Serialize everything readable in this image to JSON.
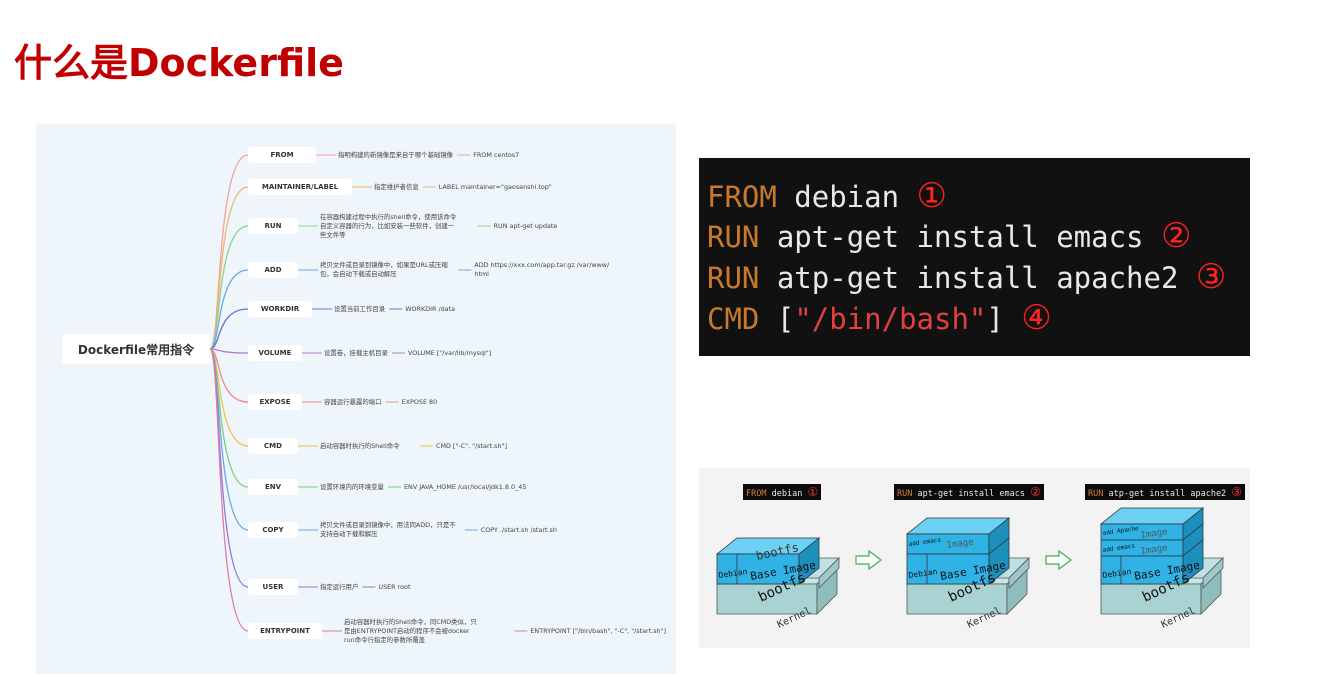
{
  "title": "什么是Dockerfile",
  "mindmap": {
    "root": "Dockerfile常用指令",
    "items": [
      {
        "name": "FROM",
        "desc": [
          "指明构建的新镜像是来自于哪个基础镜像"
        ],
        "example": [
          "FROM centos7"
        ],
        "color": "#f4a29a"
      },
      {
        "name": "MAINTAINER/LABEL",
        "desc": [
          "指定维护者信息"
        ],
        "example": [
          "LABEL maintainer=\"gaosanshi.top\""
        ],
        "color": "#f6b26b"
      },
      {
        "name": "RUN",
        "desc": [
          "在容器构建过程中执行的shell命令，使用该命令",
          "自定义容器的行为，比如安装一些软件，创建一",
          "些文件等"
        ],
        "example": [
          "RUN apt-get update"
        ],
        "color": "#8fd18a"
      },
      {
        "name": "ADD",
        "desc": [
          "拷贝文件或目录到镜像中，如果是URL或压缩",
          "包，会自动下载或自动解压"
        ],
        "example": [
          "ADD https://xxx.com/app.tar.gz /var/www/",
          "html"
        ],
        "color": "#6aa7e8"
      },
      {
        "name": "WORKDIR",
        "desc": [
          "设置当前工作目录"
        ],
        "example": [
          "WORKDIR /data"
        ],
        "color": "#6f6fd8"
      },
      {
        "name": "VOLUME",
        "desc": [
          "设置卷，挂载主机目录"
        ],
        "example": [
          "VOLUME [\"/var/lib/mysql\"]"
        ],
        "color": "#b57ad6"
      },
      {
        "name": "EXPOSE",
        "desc": [
          "容器运行暴露的端口"
        ],
        "example": [
          "EXPOSE 80"
        ],
        "color": "#f08a8a"
      },
      {
        "name": "CMD",
        "desc": [
          "启动容器时执行的Shell命令"
        ],
        "example": [
          "CMD [\"-C\", \"/start.sh\"]"
        ],
        "color": "#f3c04a"
      },
      {
        "name": "ENV",
        "desc": [
          "设置环境内的环境变量"
        ],
        "example": [
          "ENV JAVA_HOME /usr/local/jdk1.8.0_45"
        ],
        "color": "#7ccf7c"
      },
      {
        "name": "COPY",
        "desc": [
          "拷贝文件或目录到镜像中，用法同ADD，只是不",
          "支持自动下载和解压"
        ],
        "example": [
          "COPY ./start.sh /start.sh"
        ],
        "color": "#6aa7e8"
      },
      {
        "name": "USER",
        "desc": [
          "指定运行用户"
        ],
        "example": [
          "USER root"
        ],
        "color": "#8f7ad8"
      },
      {
        "name": "ENTRYPOINT",
        "desc": [
          "启动容器时执行的Shell命令，同CMD类似，只",
          "是由ENTRYPOINT启动的程序不会被docker",
          "run命令行指定的参数所覆盖"
        ],
        "example": [
          "ENTRYPOINT [\"/bin/bash\", \"-C\", \"/start.sh\"]"
        ],
        "color": "#e27aa8"
      }
    ]
  },
  "code": {
    "lines": [
      {
        "kw": "FROM",
        "rest": " debian ",
        "str": "",
        "tail": "",
        "num": "①"
      },
      {
        "kw": "RUN",
        "rest": " apt-get install emacs ",
        "str": "",
        "tail": "",
        "num": "②"
      },
      {
        "kw": "RUN",
        "rest": " atp-get install apache2 ",
        "str": "",
        "tail": "",
        "num": "③"
      },
      {
        "kw": "CMD",
        "rest": " [",
        "str": "\"/bin/bash\"",
        "tail": "]  ",
        "num": "④"
      }
    ]
  },
  "layers": {
    "tags": [
      {
        "kw": "FROM",
        "rest": " debian ",
        "num": "①"
      },
      {
        "kw": "RUN",
        "rest": " apt-get install emacs ",
        "num": "②"
      },
      {
        "kw": "RUN",
        "rest": " atp-get install apache2 ",
        "num": "③"
      }
    ],
    "labels": {
      "kernel": "Kernel",
      "bootfs": "bootfs",
      "debian": "Debian",
      "base_image": "Base Image",
      "image": "Image",
      "add_emacs": "add emacs",
      "add_apache": "add Apache"
    }
  },
  "colors": {
    "title": "#c00000",
    "layer_blue": "#2fb3e6",
    "layer_gray": "#a9d2d2",
    "arrow": "#3bb34a"
  }
}
